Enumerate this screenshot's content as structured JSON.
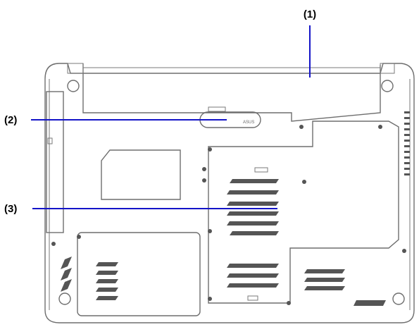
{
  "figure": {
    "subject": "Laptop underside view",
    "colors": {
      "callout_line": "#1414c8",
      "outline": "#6e6e6e",
      "label": "#000000"
    }
  },
  "callouts": [
    {
      "label": "(1)",
      "target": "battery-pack"
    },
    {
      "label": "(2)",
      "target": "battery-lock-latch"
    },
    {
      "label": "(3)",
      "target": "memory-hdd-compartment-cover"
    }
  ],
  "part_marking": {
    "latch_text": "ASUS"
  }
}
